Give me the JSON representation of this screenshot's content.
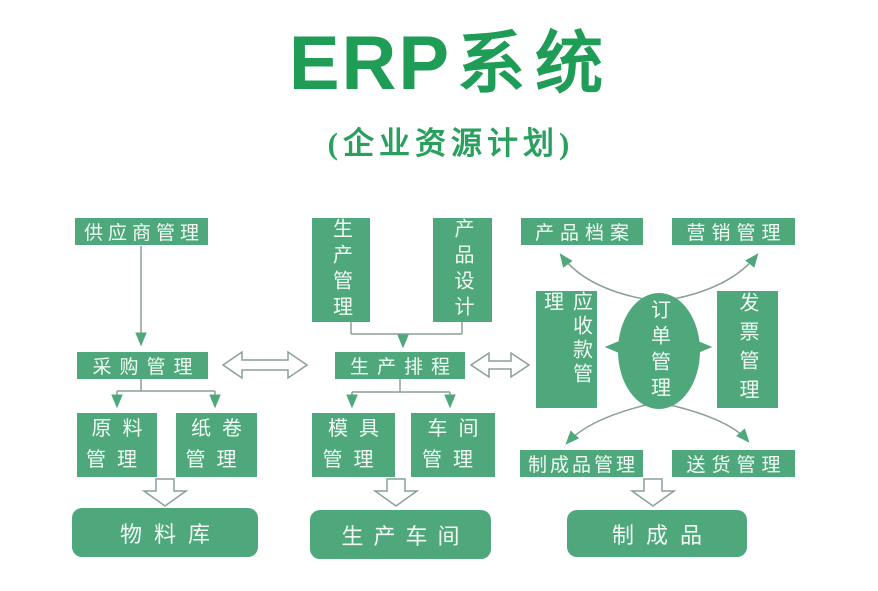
{
  "title": {
    "latin": "ERP",
    "cjk": "系统",
    "subtitle": "(企业资源计划)"
  },
  "colors": {
    "title_green": "#1f9c55",
    "box_green": "#4fa87c",
    "box_text": "#f2faf4",
    "line_gray": "#8aa096",
    "arrowhead_green": "#4fa87c",
    "background": "#ffffff"
  },
  "nodes": {
    "supplier": "供应商管理",
    "purchasing": "采购管理",
    "raw_material": "原料\n管理",
    "paper_roll": "纸卷\n管理",
    "material_warehouse": "物料库",
    "production_management": "生产管理",
    "product_design": "产品设计",
    "production_scheduling": "生产排程",
    "mold": "模具\n管理",
    "workshop": "车间\n管理",
    "production_workshop": "生产车间",
    "product_archive": "产品档案",
    "marketing": "营销管理",
    "receivables": "应收款管理",
    "order": "订单管理",
    "invoice": "发票管理",
    "finished_goods_management": "制成品管理",
    "delivery": "送货管理",
    "finished_goods": "制成品"
  }
}
